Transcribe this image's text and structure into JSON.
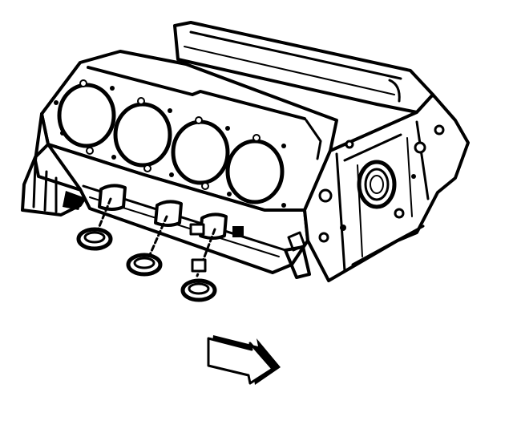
{
  "figure": {
    "subject": "engine-block-illustration",
    "background_color": "#ffffff",
    "ink_color": "#000000",
    "parts": [
      {
        "name": "engine-block",
        "icon": "engine-block-icon"
      },
      {
        "name": "cylinder-bore",
        "count": 4
      },
      {
        "name": "expansion-plug",
        "count": 3
      },
      {
        "name": "front-direction-arrow",
        "icon": "arrow-icon"
      }
    ]
  }
}
